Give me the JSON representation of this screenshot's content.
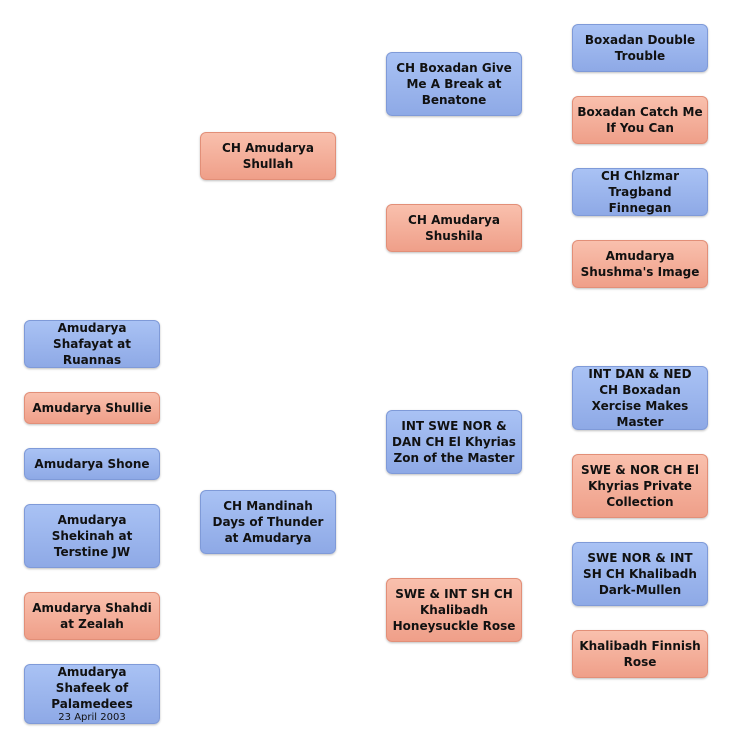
{
  "parents": {
    "sire": {
      "name": "CH Mandinah Days of Thunder at Amudarya"
    },
    "dam": {
      "name": "CH Amudarya Shullah"
    }
  },
  "grandparents": {
    "dam_sire": {
      "name": "CH Boxadan Give Me A Break at Benatone"
    },
    "dam_dam": {
      "name": "CH Amudarya Shushila"
    },
    "sire_sire": {
      "name": "INT SWE NOR & DAN CH El Khyrias Zon of the Master"
    },
    "sire_dam": {
      "name": "SWE & INT SH CH Khalibadh Honeysuckle Rose"
    }
  },
  "great_grandparents": [
    {
      "name": "Boxadan Double Trouble",
      "sex": "male"
    },
    {
      "name": "Boxadan Catch Me If You Can",
      "sex": "female"
    },
    {
      "name": "CH Chlzmar Tragband Finnegan",
      "sex": "male"
    },
    {
      "name": "Amudarya Shushma's Image",
      "sex": "female"
    },
    {
      "name": "INT DAN & NED CH Boxadan Xercise Makes Master",
      "sex": "male"
    },
    {
      "name": "SWE & NOR CH El Khyrias Private Collection",
      "sex": "female"
    },
    {
      "name": "SWE NOR & INT SH CH Khalibadh Dark-Mullen",
      "sex": "male"
    },
    {
      "name": "Khalibadh Finnish Rose",
      "sex": "female"
    }
  ],
  "litter": [
    {
      "name": "Amudarya Shafayat at Ruannas",
      "sex": "male"
    },
    {
      "name": "Amudarya Shullie",
      "sex": "female"
    },
    {
      "name": "Amudarya Shone",
      "sex": "male"
    },
    {
      "name": "Amudarya Shekinah at Terstine JW",
      "sex": "male"
    },
    {
      "name": "Amudarya Shahdi at Zealah",
      "sex": "female"
    },
    {
      "name": "Amudarya Shafeek of Palamedees",
      "sex": "male",
      "date": "23 April 2003"
    }
  ]
}
